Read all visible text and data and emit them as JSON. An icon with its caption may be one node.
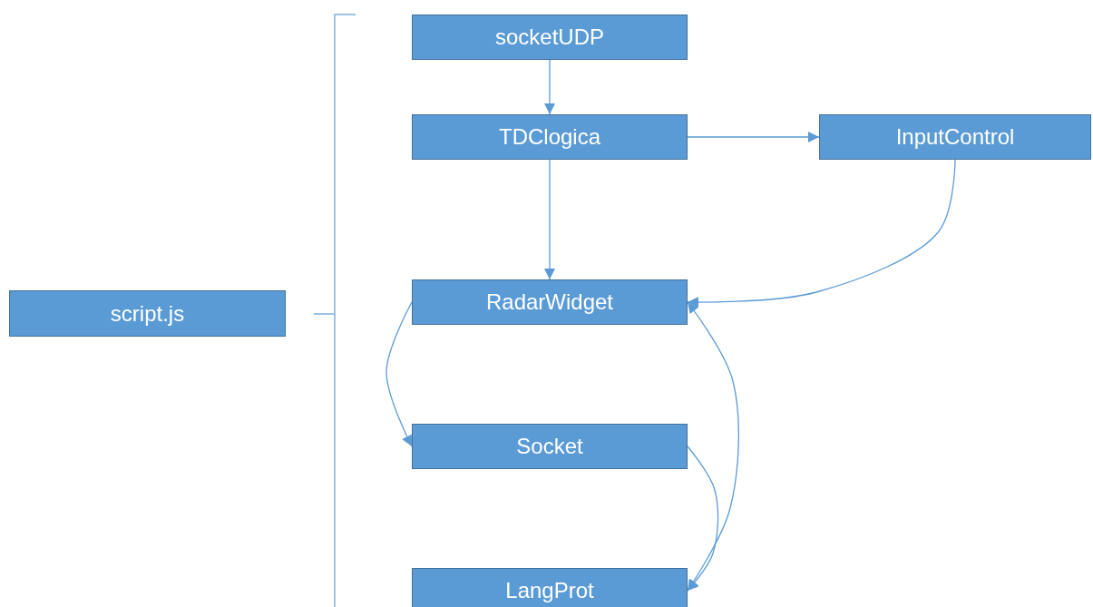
{
  "diagram": {
    "nodes": [
      {
        "text": [
          "socketUDP"
        ]
      },
      {
        "text": [
          "TDClogica"
        ]
      },
      {
        "text": [
          "InputControl"
        ]
      },
      {
        "text": [
          "RadarWidget"
        ]
      },
      {
        "text": [
          "Socket"
        ]
      },
      {
        "text": [
          "LangProt"
        ]
      },
      {
        "text": [
          "script.js"
        ]
      }
    ],
    "edges": [
      {
        "from": 0,
        "to": 1,
        "arrow": "to"
      },
      {
        "from": 1,
        "to": 2,
        "arrow": "to"
      },
      {
        "from": 1,
        "to": 3,
        "arrow": "to"
      },
      {
        "from": 2,
        "to": 3,
        "arrow": "to"
      },
      {
        "from": 3,
        "to": 4,
        "arrow": "to"
      },
      {
        "from": 4,
        "to": 5,
        "arrow": "to"
      },
      {
        "from": 5,
        "to": 3,
        "arrow": "both"
      }
    ]
  }
}
